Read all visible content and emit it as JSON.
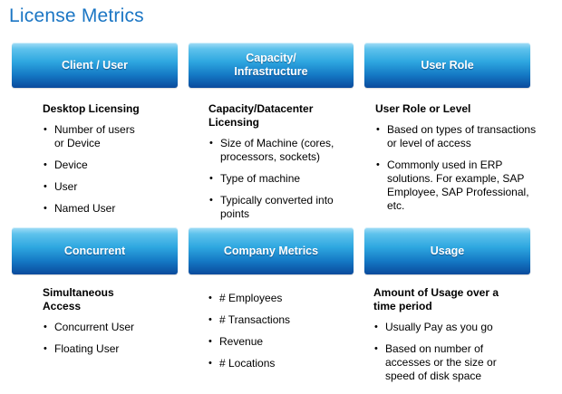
{
  "title": "License Metrics",
  "bullet_char": "•",
  "colors": {
    "title_blue": "#1b76c4",
    "box_gradient_top": "#a5def7",
    "box_gradient_bottom": "#0a4a9c",
    "box_text": "#ffffff",
    "body_text": "#000000",
    "background": "#ffffff"
  },
  "cells": [
    {
      "header": "Client / User",
      "heading": "Desktop Licensing",
      "bullets": [
        "Number of users\nor Device",
        "Device",
        "User",
        "Named User"
      ]
    },
    {
      "header": "Capacity/\nInfrastructure",
      "heading": "Capacity/Datacenter\nLicensing",
      "bullets": [
        "Size of Machine (cores,\nprocessors, sockets)",
        "Type of machine",
        "Typically converted into\npoints"
      ]
    },
    {
      "header": "User Role",
      "heading": "User Role or Level",
      "bullets": [
        "Based on types of transactions\nor level of access",
        "Commonly used in ERP\nsolutions.  For example,  SAP\nEmployee, SAP Professional,\netc."
      ]
    },
    {
      "header": "Concurrent",
      "heading": "Simultaneous\nAccess",
      "bullets": [
        "Concurrent User",
        "Floating User"
      ]
    },
    {
      "header": "Company Metrics",
      "heading": "",
      "bullets": [
        "# Employees",
        "# Transactions",
        "Revenue",
        "# Locations"
      ]
    },
    {
      "header": "Usage",
      "heading": "Amount of Usage over a\ntime period",
      "bullets": [
        "Usually Pay as you go",
        "Based on number of\naccesses or the size or\nspeed of disk space"
      ]
    }
  ]
}
